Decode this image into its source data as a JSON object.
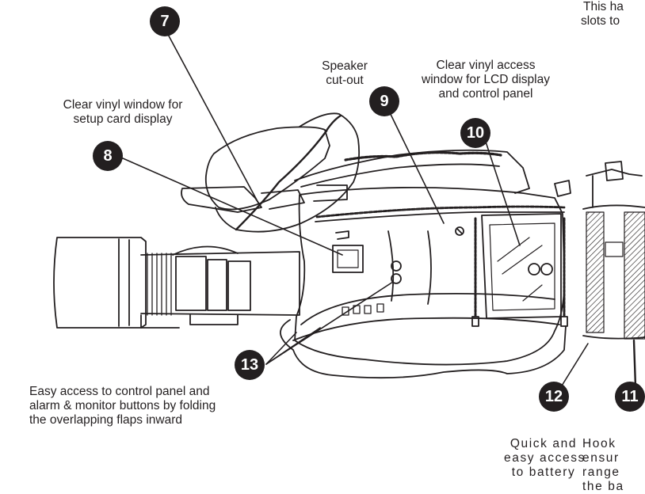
{
  "top_text": {
    "line1": "This ha",
    "line2": "slots to"
  },
  "callouts": [
    {
      "number": "7"
    },
    {
      "number": "8",
      "lines": [
        "Clear vinyl window for",
        "setup card display"
      ]
    },
    {
      "number": "9",
      "lines": [
        "Speaker",
        "cut-out"
      ]
    },
    {
      "number": "10",
      "lines": [
        "Clear vinyl access",
        "window for LCD display",
        "and control panel"
      ]
    },
    {
      "number": "11",
      "lines": [
        "Hook",
        "ensur",
        "range",
        "the ba"
      ]
    },
    {
      "number": "12",
      "lines": [
        "Quick and",
        "easy access",
        "to battery"
      ]
    },
    {
      "number": "13",
      "lines": [
        "Easy access to control panel and",
        "alarm & monitor buttons by folding",
        "the overlapping flaps inward"
      ]
    }
  ],
  "colors": {
    "ink": "#231f20",
    "paper": "#ffffff"
  }
}
